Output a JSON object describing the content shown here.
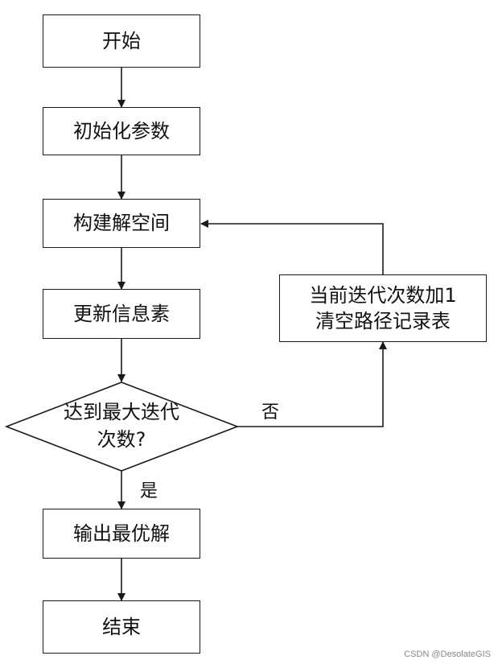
{
  "nodes": {
    "start": "开始",
    "init_params": "初始化参数",
    "build_space": "构建解空间",
    "update_pheromone": "更新信息素",
    "decision_line1": "达到最大迭代",
    "decision_line2": "次数?",
    "output": "输出最优解",
    "end": "结束",
    "loop_line1": "当前迭代次数加1",
    "loop_line2": "清空路径记录表"
  },
  "edges": {
    "no_label": "否",
    "yes_label": "是"
  },
  "watermark": "CSDN @DesolateGIS"
}
